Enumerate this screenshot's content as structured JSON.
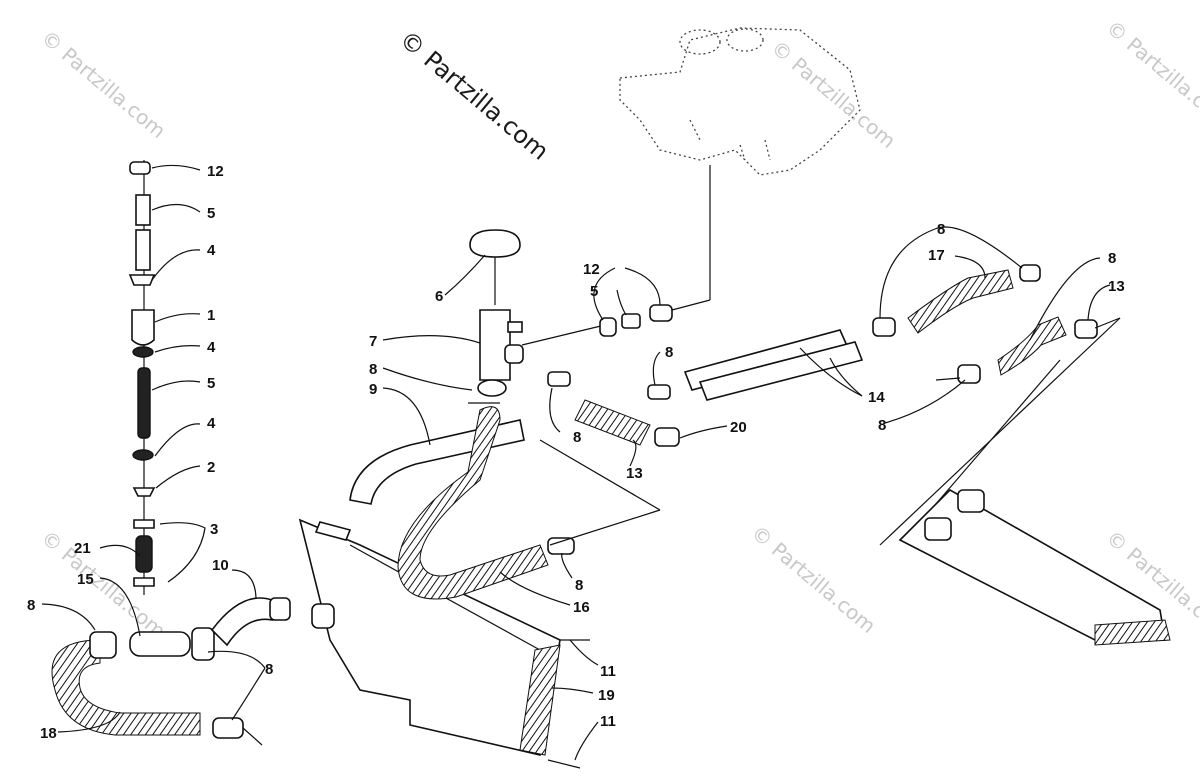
{
  "watermark": {
    "main": "© Partzilla.com",
    "tiles": [
      "© Partzilla.com",
      "© Partzilla.com",
      "© Partzilla.com",
      "© Partzilla.com",
      "© Partzilla.com",
      "© Partzilla.com"
    ]
  },
  "callouts": {
    "c12a": "12",
    "c5a": "5",
    "c4a": "4",
    "c1": "1",
    "c4b": "4",
    "c5b": "5",
    "c4c": "4",
    "c2": "2",
    "c3": "3",
    "c21": "21",
    "c15": "15",
    "c10": "10",
    "c8a": "8",
    "c18": "18",
    "c8b": "8",
    "c6": "6",
    "c7": "7",
    "c8c": "8",
    "c9": "9",
    "c12b": "12",
    "c5c": "5",
    "c8d": "8",
    "c8e": "8",
    "c13a": "13",
    "c20": "20",
    "c8f": "8",
    "c16": "16",
    "c11a": "11",
    "c19": "19",
    "c11b": "11",
    "c8g": "8",
    "c17": "17",
    "c8h": "8",
    "c13b": "13",
    "c14": "14",
    "c8i": "8"
  }
}
